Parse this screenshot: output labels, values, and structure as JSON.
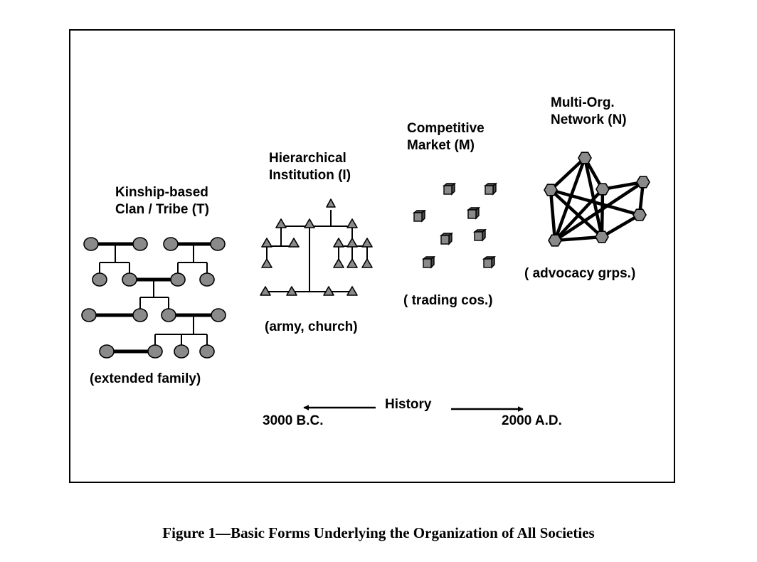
{
  "labels": {
    "tribe_line1": "Kinship-based",
    "tribe_line2": "Clan / Tribe (T)",
    "tribe_example": "(extended family)",
    "inst_line1": "Hierarchical",
    "inst_line2": "Institution (I)",
    "inst_example": "(army, church)",
    "market_line1": "Competitive",
    "market_line2": "Market (M)",
    "market_example": "( trading cos.)",
    "network_line1": "Multi-Org.",
    "network_line2": "Network (N)",
    "network_example": "( advocacy grps.)"
  },
  "timeline": {
    "label": "History",
    "start": "3000 B.C.",
    "end": "2000 A.D."
  },
  "caption": "Figure 1—Basic Forms Underlying the Organization of All Societies"
}
